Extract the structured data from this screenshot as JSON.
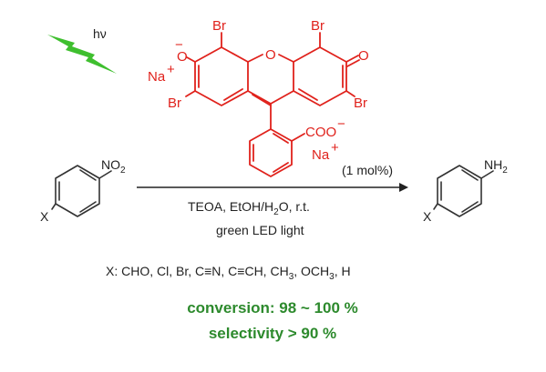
{
  "colors": {
    "catalyst": "#e0221c",
    "bolt": "#3fbf2f",
    "result": "#2d8a2d",
    "text": "#222222"
  },
  "light": {
    "label": "hν",
    "icon": "lightning-bolt"
  },
  "catalyst": {
    "br_top_left": "Br",
    "br_top_right": "Br",
    "br_left": "Br",
    "br_right": "Br",
    "oxide_o": "O",
    "oxide_charge": "−",
    "ring_o": "O",
    "carbonyl_o": "O",
    "sodium_1": "Na",
    "sodium_1_charge": "+",
    "carboxylate": "COO",
    "carboxylate_charge": "−",
    "sodium_2": "Na",
    "sodium_2_charge": "+",
    "loading": "(1 mol%)"
  },
  "reactant": {
    "group": "NO",
    "group_sub": "2",
    "substituent": "X"
  },
  "product": {
    "group": "NH",
    "group_sub": "2",
    "substituent": "X"
  },
  "conditions": {
    "line1": "TEOA, EtOH/H",
    "line1_sub": "2",
    "line1_end": "O, r.t.",
    "line2": "green LED light"
  },
  "substituents": {
    "prefix": "X: CHO, Cl, Br, C≡N, C≡CH, CH",
    "sub1": "3",
    "mid": ", OCH",
    "sub2": "3",
    "suffix": ", H"
  },
  "results": {
    "conversion": "conversion: 98 ~ 100 %",
    "selectivity": "selectivity > 90 %"
  }
}
